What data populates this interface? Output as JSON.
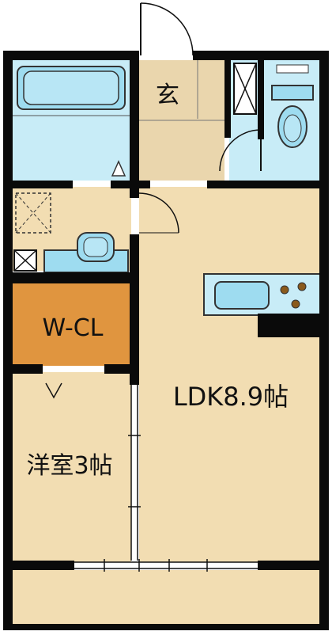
{
  "rooms": {
    "entrance": {
      "label": "玄"
    },
    "walk_in_closet": {
      "label": "W-CL"
    },
    "ldk": {
      "label": "LDK8.9帖"
    },
    "western_room": {
      "label": "洋室3帖"
    }
  },
  "colors": {
    "wall": "#0a0a0a",
    "floor": "#f2ddb2",
    "wet_area": "#c8ecf7",
    "fixture": "#9edcf0",
    "closet": "#e0953f",
    "balcony": "#f2ddb2",
    "entry_floor": "#ead6ad"
  }
}
